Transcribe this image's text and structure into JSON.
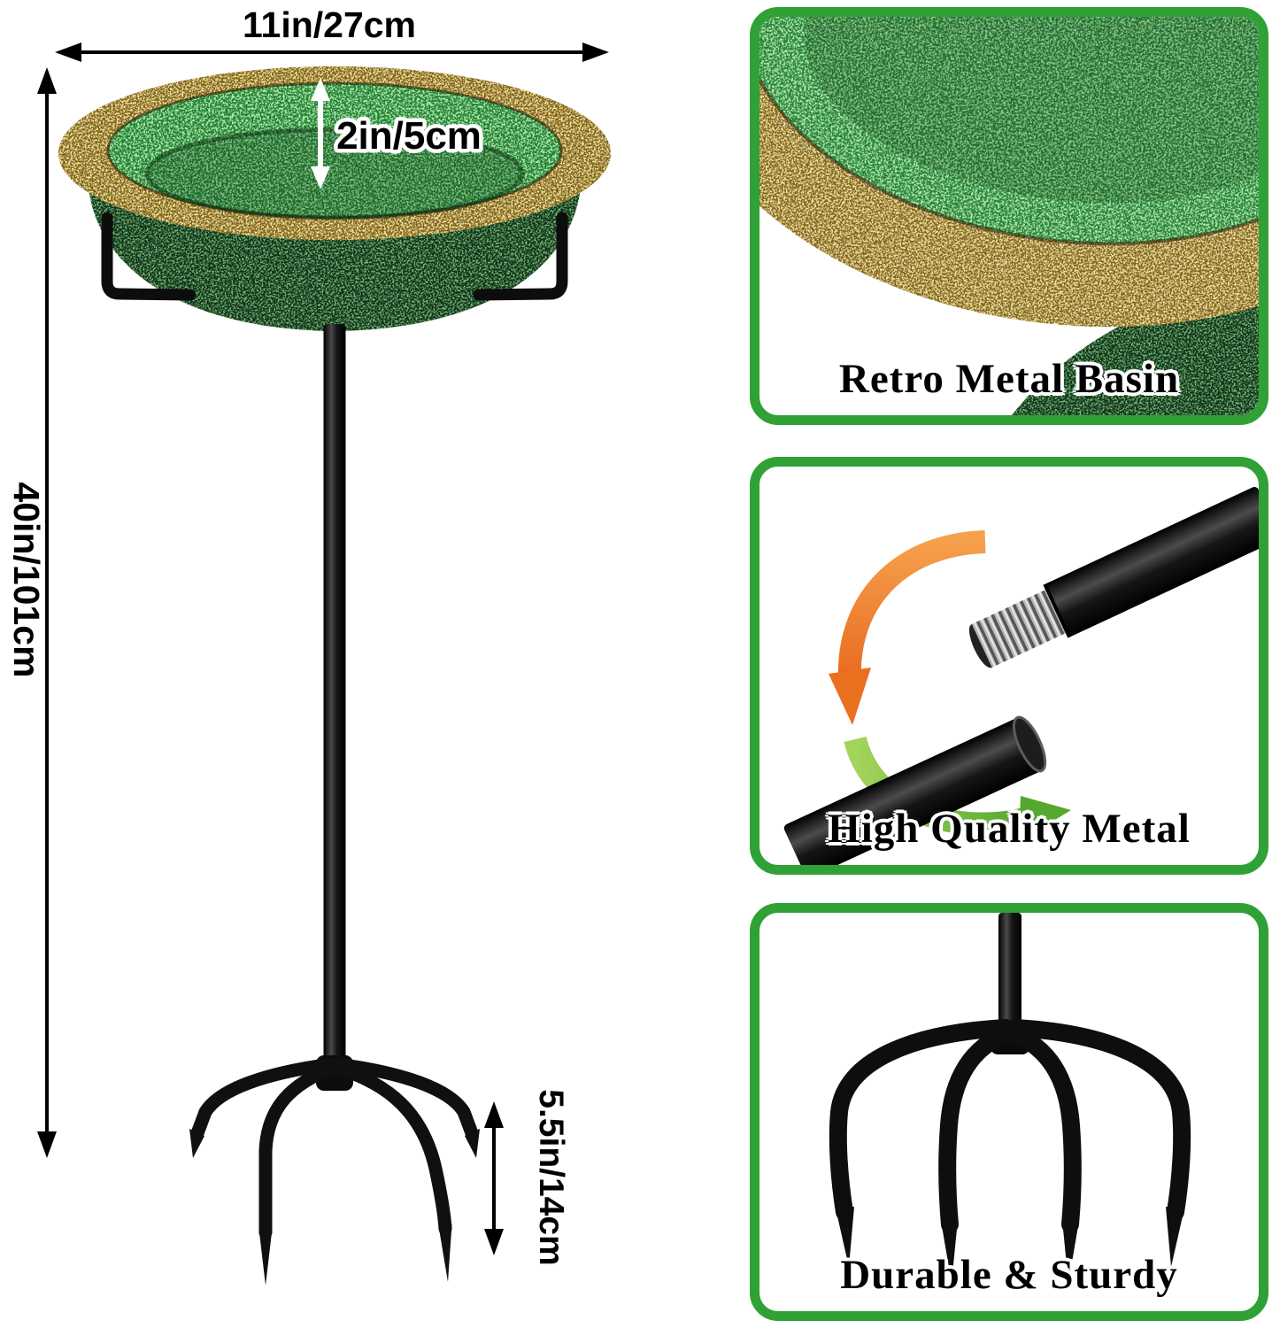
{
  "dimensions": {
    "width_label": "11in/27cm",
    "depth_label": "2in/5cm",
    "height_label": "40in/101cm",
    "stake_label": "5.5in/14cm"
  },
  "panels": [
    {
      "caption": "Retro Metal Basin",
      "illustration": "basin-closeup"
    },
    {
      "caption": "High Quality Metal",
      "illustration": "pole-thread-closeup"
    },
    {
      "caption": "Durable & Sturdy",
      "illustration": "stake-closeup"
    }
  ],
  "colors": {
    "panel_border_green": "#2fa136",
    "basin_green": "#1d7c27",
    "rim_gold": "#8a6a14",
    "metal_black": "#101010",
    "arrow_orange": "#f08033",
    "arrow_green": "#7cc142",
    "dimension_line": "#000000"
  }
}
